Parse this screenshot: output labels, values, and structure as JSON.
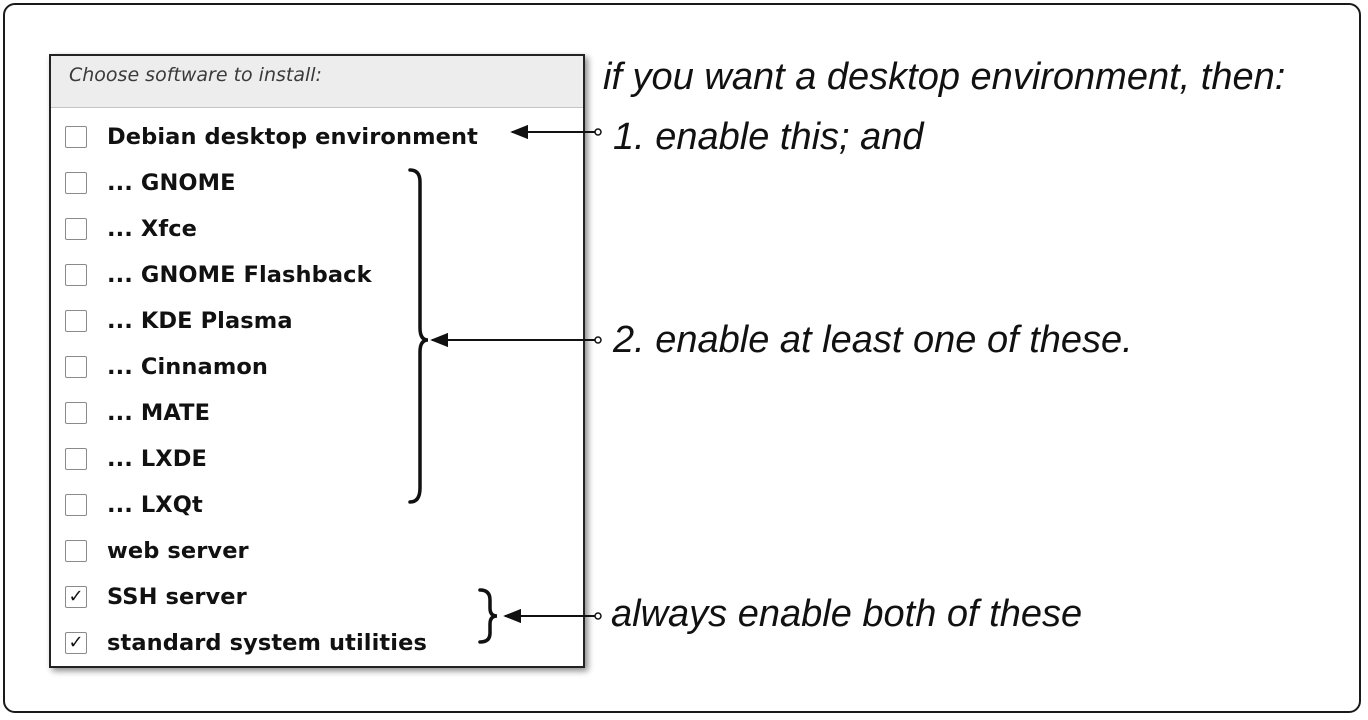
{
  "dialog": {
    "header": "Choose software to install:",
    "items": [
      {
        "label": "Debian desktop environment",
        "checked": false
      },
      {
        "label": "... GNOME",
        "checked": false
      },
      {
        "label": "... Xfce",
        "checked": false
      },
      {
        "label": "... GNOME Flashback",
        "checked": false
      },
      {
        "label": "... KDE Plasma",
        "checked": false
      },
      {
        "label": "... Cinnamon",
        "checked": false
      },
      {
        "label": "... MATE",
        "checked": false
      },
      {
        "label": "... LXDE",
        "checked": false
      },
      {
        "label": "... LXQt",
        "checked": false
      },
      {
        "label": "web server",
        "checked": false
      },
      {
        "label": "SSH server",
        "checked": true
      },
      {
        "label": "standard system utilities",
        "checked": true
      }
    ]
  },
  "annotations": {
    "heading": "if you want a desktop environment, then:",
    "step1": "1. enable this; and",
    "step2": "2. enable at least one of these.",
    "always": "always enable both of these"
  },
  "colors": {
    "frame_border": "#1a1a1a",
    "header_bg": "#ededed",
    "text": "#111111"
  }
}
